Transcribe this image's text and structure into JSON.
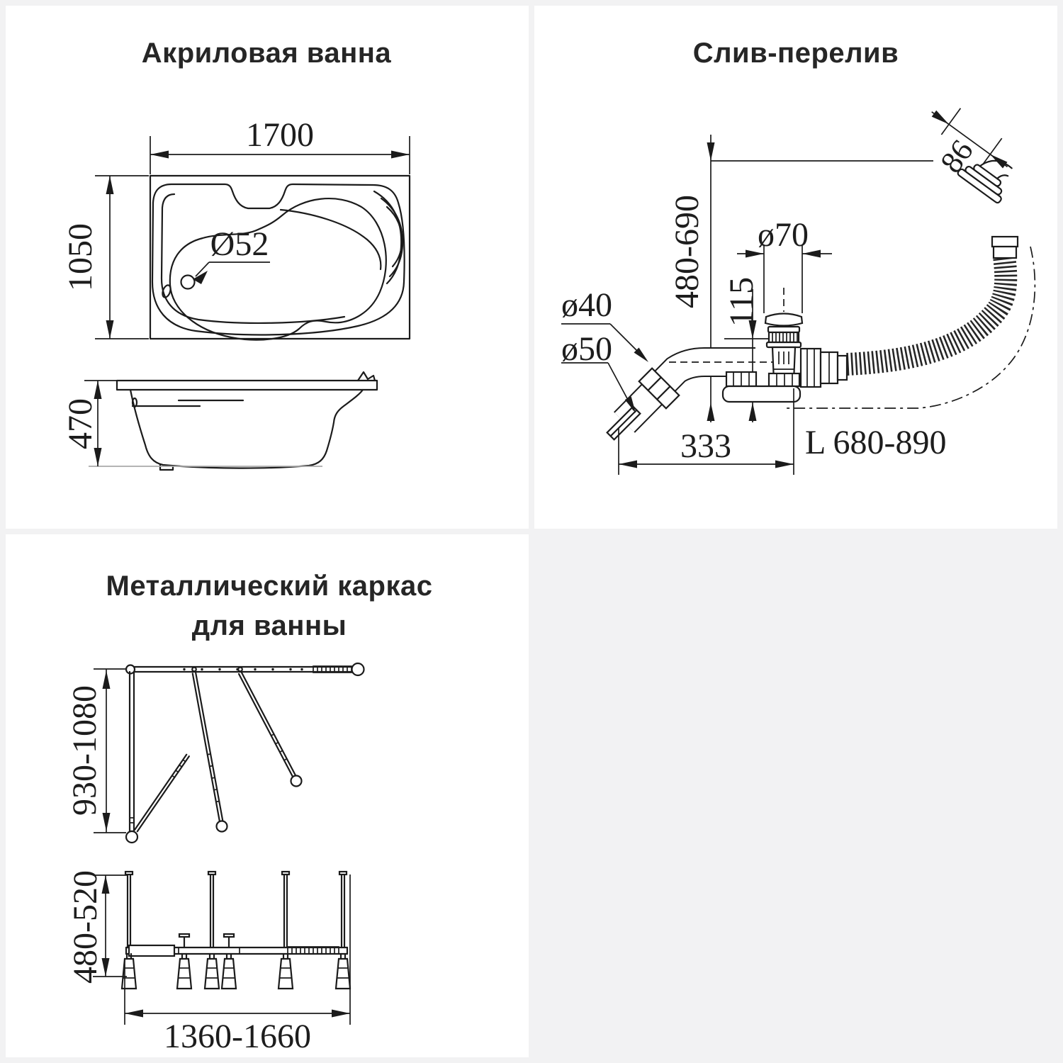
{
  "canvas": {
    "bg_color": "#f2f2f3",
    "panel_color": "#ffffff",
    "line_color": "#1b1b1b",
    "text_color": "#262626"
  },
  "panels": {
    "bathtub": {
      "title": "Акриловая ванна",
      "length_label": "1700",
      "width_label": "1050",
      "drain_label": "Ø52",
      "height_label": "470"
    },
    "overflow": {
      "title": "Слив-перелив",
      "cap_label": "86",
      "height_range_label": "480-690",
      "drain_dia_label": "ø70",
      "offset_label": "115",
      "pipe40_label": "ø40",
      "pipe50_label": "ø50",
      "length_label": "333",
      "hose_length_label": "L 680-890"
    },
    "frame": {
      "title_line1": "Металлический каркас",
      "title_line2": "для ванны",
      "diagonal_range_label": "930-1080",
      "height_range_label": "480-520",
      "length_range_label": "1360-1660"
    }
  }
}
